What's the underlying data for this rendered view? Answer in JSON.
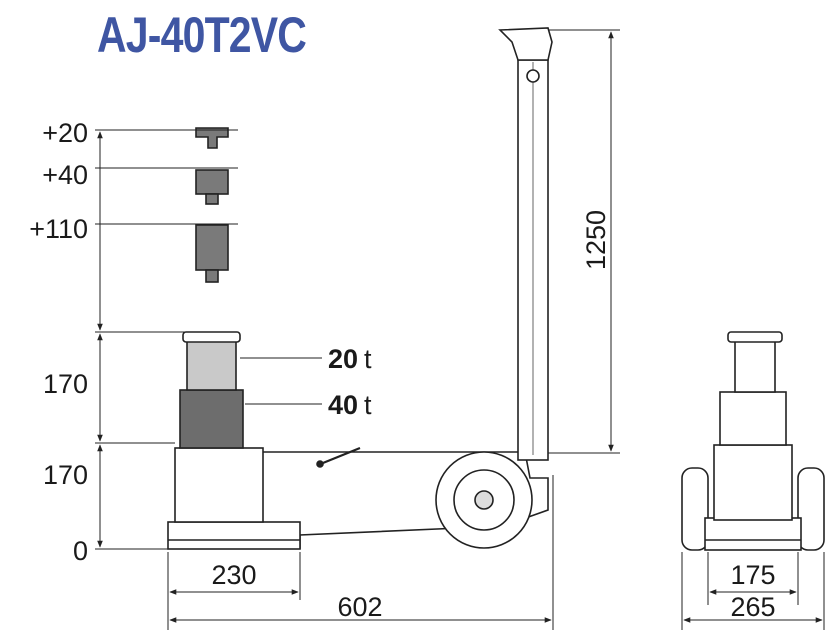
{
  "title": "AJ-40T2VC",
  "colors": {
    "title": "#3f56a3",
    "stage1": "#c9c9c9",
    "stage2": "#6d6d6d",
    "line": "#222222"
  },
  "extensions": [
    "+20",
    "+40",
    "+110"
  ],
  "heights": {
    "top_stage": "170",
    "bottom_stage": "170",
    "zero": "0"
  },
  "capacities": {
    "stage1_value": "20",
    "stage2_value": "40",
    "unit": "t"
  },
  "handle_height": "1250",
  "widths": {
    "base": "230",
    "overall_length": "602",
    "inner_wheel": "175",
    "outer_wheel": "265"
  }
}
